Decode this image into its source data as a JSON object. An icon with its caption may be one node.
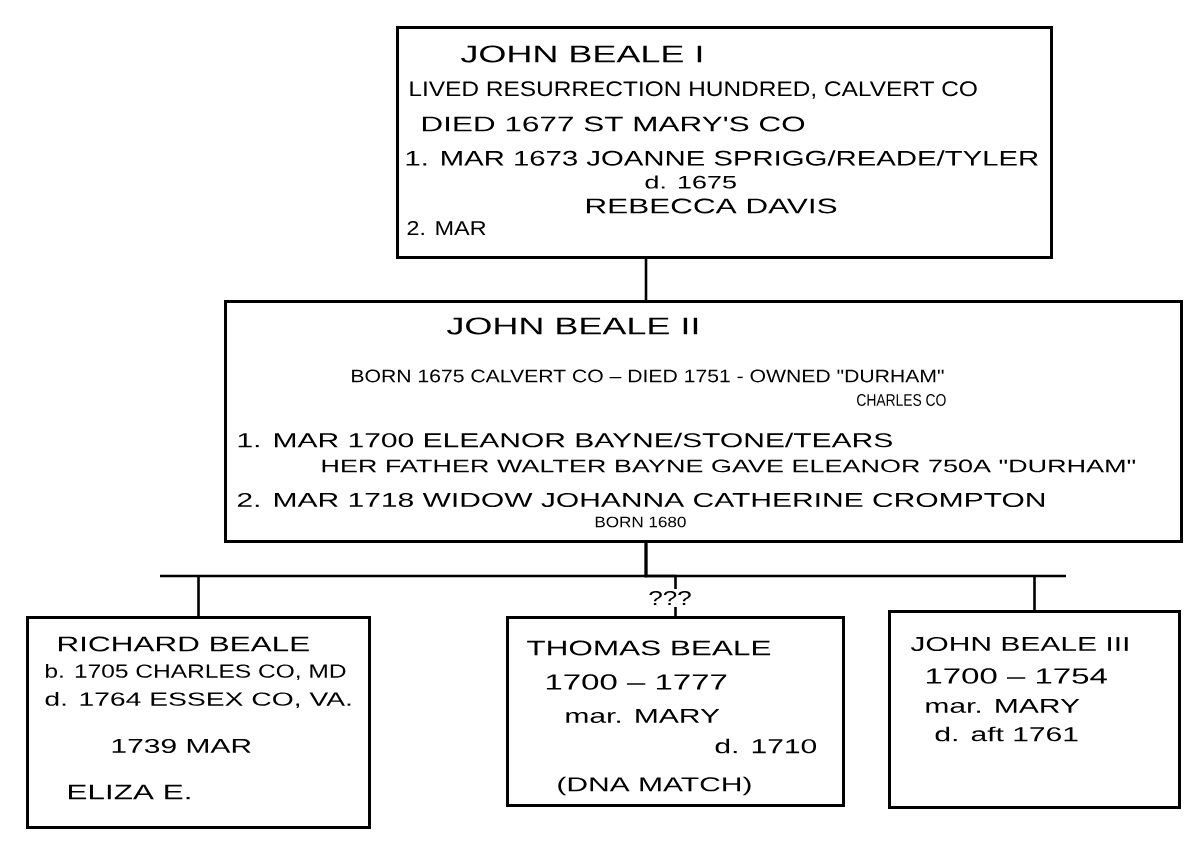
{
  "diagram": {
    "nodes": [
      {
        "text": [
          "JOHN BEALE I",
          "LIVED RESURRECTION HUNDRED, CALVERT CO",
          "DIED 1677 ST MARY'S CO",
          "1. MAR 1673 JOANNE SPRIGG/READE/TYLER",
          "d. 1675",
          "2. MAR",
          "REBECCA DAVIS"
        ]
      },
      {
        "text": [
          "JOHN BEALE II",
          "BORN 1675 CALVERT CO – DIED 1751 - OWNED \"DURHAM\"",
          "CHARLES CO",
          "1. MAR 1700 ELEANOR BAYNE/STONE/TEARS",
          "HER FATHER WALTER BAYNE GAVE ELEANOR 750A \"DURHAM\"",
          "2. MAR 1718 WIDOW JOHANNA CATHERINE CROMPTON",
          "BORN 1680"
        ]
      },
      {
        "text": [
          "RICHARD BEALE",
          "b. 1705 CHARLES CO, MD",
          "d. 1764 ESSEX CO, VA.",
          "1739 MAR",
          "ELIZA E."
        ]
      },
      {
        "text": [
          "THOMAS BEALE",
          "1700 – 1777",
          "mar. MARY",
          "d. 1710",
          "(DNA MATCH)"
        ]
      },
      {
        "text": [
          "JOHN BEALE III",
          "1700 – 1754",
          "mar. MARY",
          "d. aft 1761"
        ]
      }
    ],
    "edges": [
      {
        "from": 0,
        "to": 1,
        "arrow": "none"
      },
      {
        "from": 1,
        "to": 2,
        "arrow": "none"
      },
      {
        "from": 1,
        "to": 3,
        "arrow": "none",
        "label": "???"
      },
      {
        "from": 1,
        "to": 4,
        "arrow": "none"
      }
    ]
  }
}
